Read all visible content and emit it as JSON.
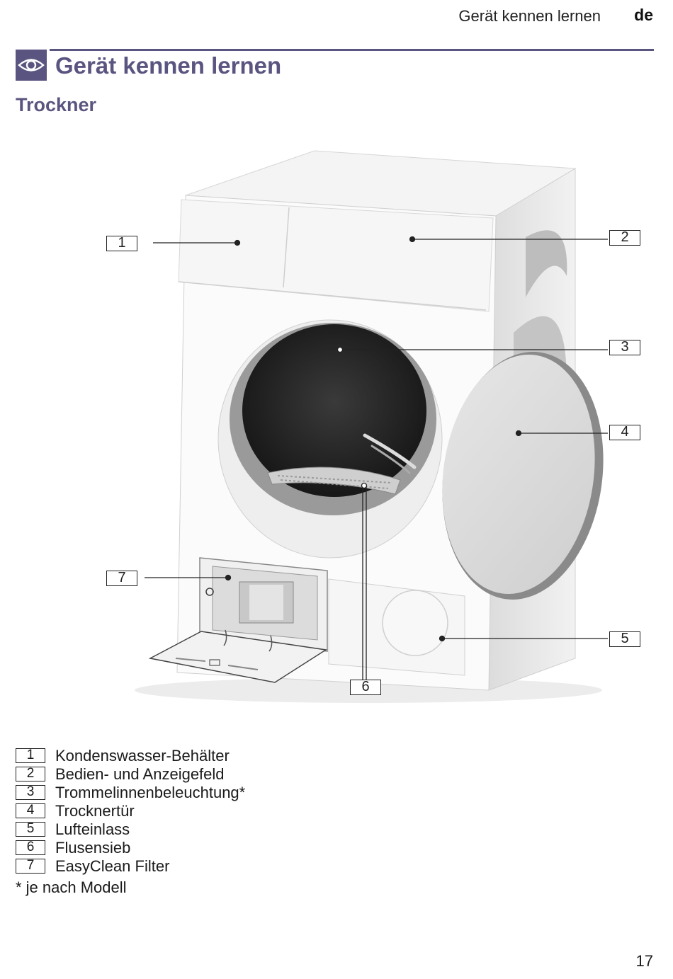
{
  "header": {
    "running_title": "Gerät kennen lernen",
    "language": "de"
  },
  "section": {
    "icon": "eye-icon",
    "title": "Gerät kennen lernen",
    "subtitle": "Trockner"
  },
  "callouts": [
    "1",
    "2",
    "3",
    "4",
    "5",
    "6",
    "7"
  ],
  "legend": [
    {
      "num": "1",
      "label": "Kondenswasser-Behälter"
    },
    {
      "num": "2",
      "label": "Bedien- und Anzeigefeld"
    },
    {
      "num": "3",
      "label": "Trommelinnenbeleuchtung*"
    },
    {
      "num": "4",
      "label": "Trocknertür"
    },
    {
      "num": "5",
      "label": "Lufteinlass"
    },
    {
      "num": "6",
      "label": "Flusensieb"
    },
    {
      "num": "7",
      "label": "EasyClean Filter"
    }
  ],
  "footnote": "* je nach Modell",
  "page_number": "17",
  "colors": {
    "accent": "#5a5580",
    "text": "#1a1a1a"
  }
}
